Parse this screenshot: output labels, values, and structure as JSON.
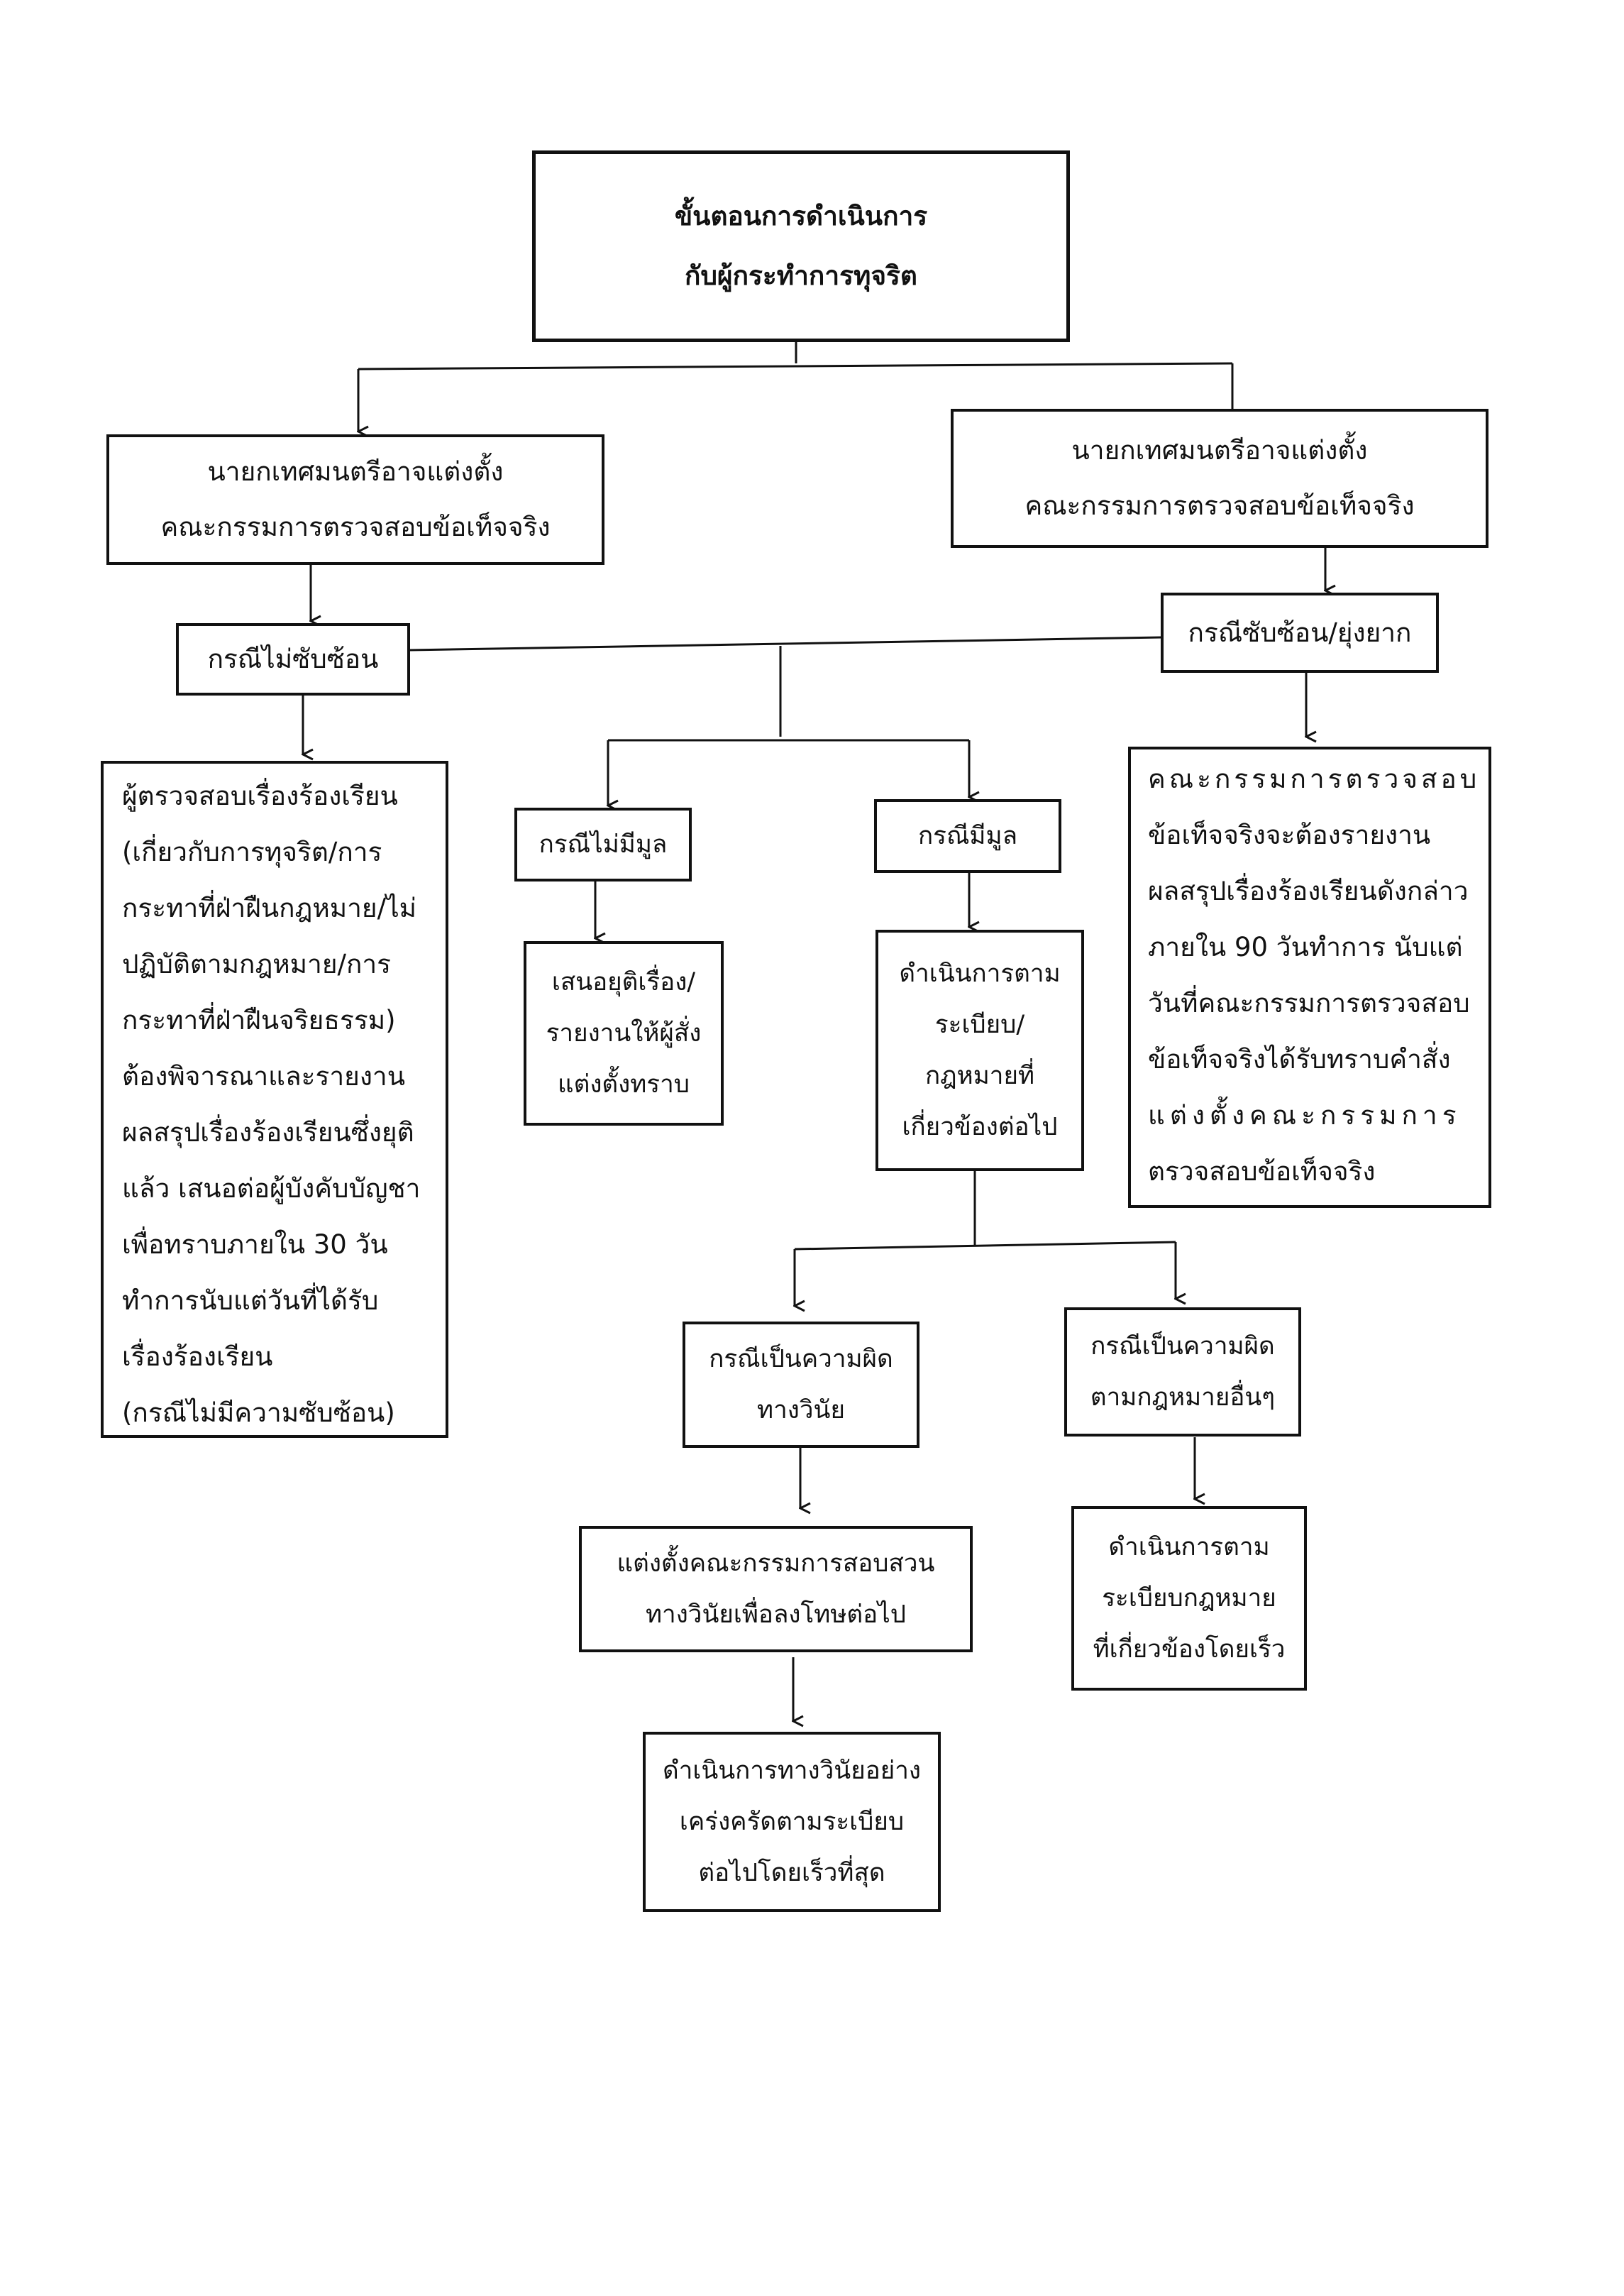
{
  "title": {
    "line1": "ขั้นตอนการดำเนินการ",
    "line2": "กับผู้กระทำการทุจริต"
  },
  "appoint_left": {
    "line1": "นายกเทศมนตรีอาจแต่งตั้ง",
    "line2": "คณะกรรมการตรวจสอบข้อเท็จจริง"
  },
  "appoint_right": {
    "line1": "นายกเทศมนตรีอาจแต่งตั้ง",
    "line2": "คณะกรรมการตรวจสอบข้อเท็จจริง"
  },
  "case_simple": "กรณีไม่ซับซ้อน",
  "case_complex": "กรณีซับซ้อน/ยุ่งยาก",
  "simple_detail": [
    "ผู้ตรวจสอบเรื่องร้องเรียน",
    "(เกี่ยวกับการทุจริต/การ",
    "กระทาที่ฝ่าฝืนกฎหมาย/ไม่",
    "ปฏิบัติตามกฎหมาย/การ",
    "กระทาที่ฝ่าฝืนจริยธรรม)",
    "ต้องพิจารณาและรายงาน",
    "ผลสรุปเรื่องร้องเรียนซึ่งยุติ",
    "แล้ว เสนอต่อผู้บังคับบัญชา",
    "เพื่อทราบภายใน 30 วัน",
    "ทำการนับแต่วันที่ได้รับ",
    "เรื่องร้องเรียน",
    "(กรณีไม่มีความซับซ้อน)"
  ],
  "complex_detail": [
    "คณะกรรมการตรวจสอบ",
    "ข้อเท็จจริงจะต้องรายงาน",
    "ผลสรุปเรื่องร้องเรียนดังกล่าว",
    "ภายใน 90 วันทำการ นับแต่",
    "วันที่คณะกรรมการตรวจสอบ",
    "ข้อเท็จจริงได้รับทราบคำสั่ง",
    "แต่งตั้งคณะกรรมการ",
    "ตรวจสอบข้อเท็จจริง"
  ],
  "no_basis": "กรณีไม่มีมูล",
  "no_basis_action": [
    "เสนอยุติเรื่อง/",
    "รายงานให้ผู้สั่ง",
    "แต่งตั้งทราบ"
  ],
  "has_basis": "กรณีมีมูล",
  "has_basis_action": [
    "ดำเนินการตาม",
    "ระเบียบ/",
    "กฎหมายที่",
    "เกี่ยวข้องต่อไป"
  ],
  "disciplinary": [
    "กรณีเป็นความผิด",
    "ทางวินัย"
  ],
  "other_law": [
    "กรณีเป็นความผิด",
    "ตามกฎหมายอื่นๆ"
  ],
  "disciplinary_committee": [
    "แต่งตั้งคณะกรรมการสอบสวน",
    "ทางวินัยเพื่อลงโทษต่อไป"
  ],
  "other_law_action": [
    "ดำเนินการตาม",
    "ระเบียบกฎหมาย",
    "ที่เกี่ยวข้องโดยเร็ว"
  ],
  "disciplinary_action": [
    "ดำเนินการทางวินัยอย่าง",
    "เคร่งครัดตามระเบียบ",
    "ต่อไปโดยเร็วที่สุด"
  ]
}
